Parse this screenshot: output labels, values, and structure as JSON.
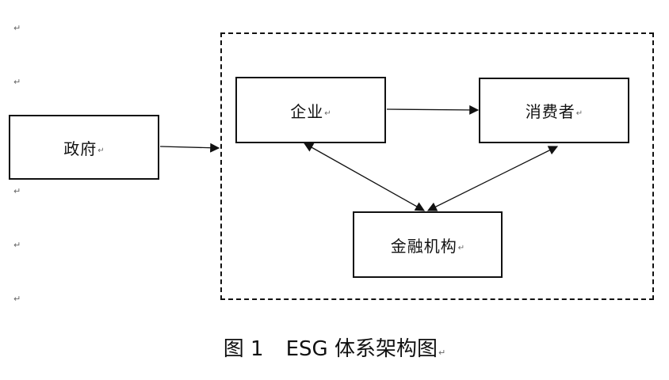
{
  "diagram": {
    "paragraph_mark": "↵",
    "nodes": {
      "government": {
        "label": "政府"
      },
      "enterprise": {
        "label": "企业"
      },
      "consumer": {
        "label": "消费者"
      },
      "finance": {
        "label": "金融机构"
      }
    },
    "caption": {
      "figure_number": "图 1",
      "title": "ESG 体系架构图"
    },
    "edges": [
      {
        "from": "government",
        "to": "esg-system",
        "direction": "forward"
      },
      {
        "from": "enterprise",
        "to": "consumer",
        "direction": "forward"
      },
      {
        "from": "enterprise",
        "to": "finance",
        "direction": "bidirectional"
      },
      {
        "from": "consumer",
        "to": "finance",
        "direction": "bidirectional"
      }
    ]
  }
}
